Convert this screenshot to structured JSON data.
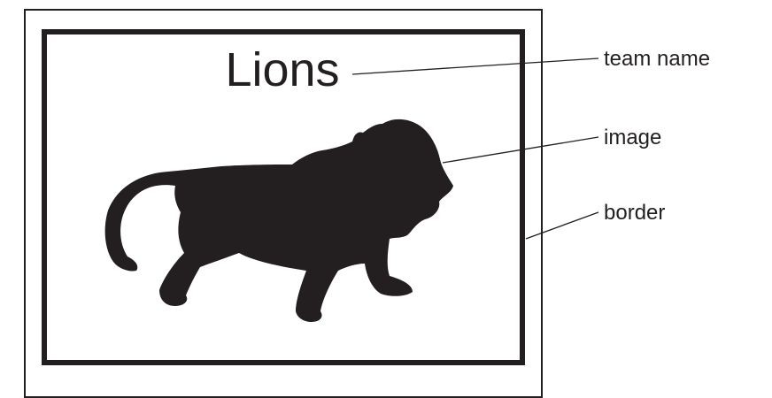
{
  "diagram": {
    "team_name": "Lions",
    "labels": {
      "team_name": "team name",
      "image": "image",
      "border": "border"
    },
    "colors": {
      "ink": "#231f20",
      "background": "#ffffff"
    },
    "image_icon": "lion-silhouette"
  }
}
